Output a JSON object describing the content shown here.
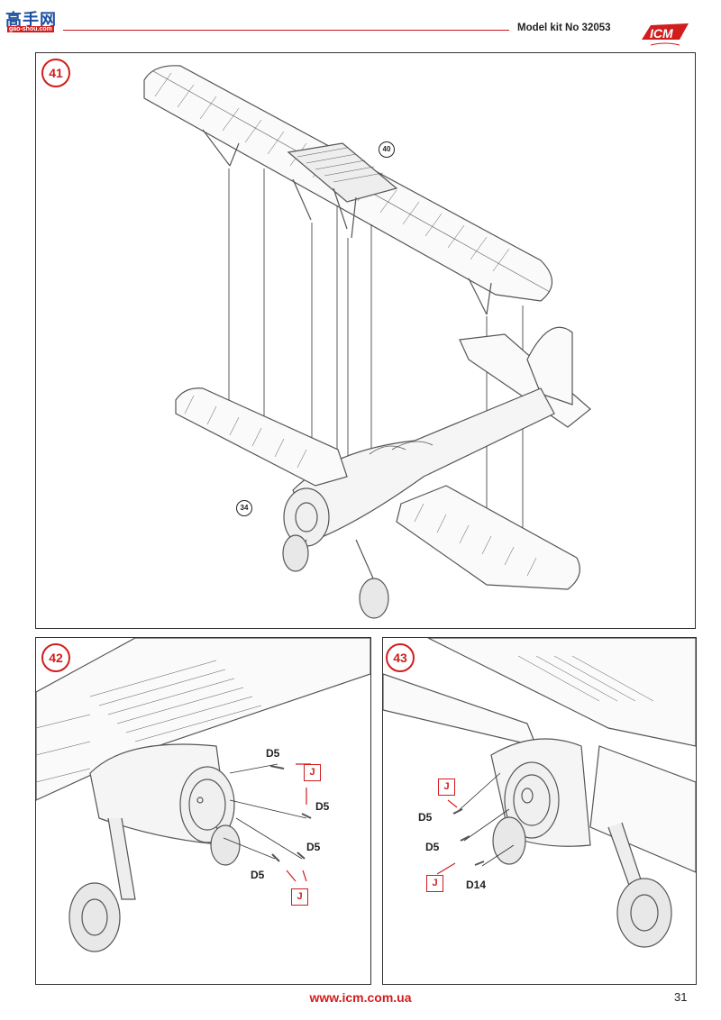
{
  "header": {
    "site_logo_text": "高手网",
    "site_logo_sub": "gao-shou.com",
    "title": "Model kit No 32053",
    "brand": "ICM"
  },
  "steps": {
    "s41": {
      "number": "41",
      "subref_a": "40",
      "subref_b": "34"
    },
    "s42": {
      "number": "42",
      "labels": [
        "D5",
        "D5",
        "D5",
        "D5"
      ],
      "j_labels": [
        "J",
        "J"
      ]
    },
    "s43": {
      "number": "43",
      "labels": [
        "D5",
        "D5",
        "D14"
      ],
      "j_labels": [
        "J",
        "J"
      ]
    }
  },
  "footer": {
    "url": "www.icm.com.ua",
    "page": "31"
  }
}
